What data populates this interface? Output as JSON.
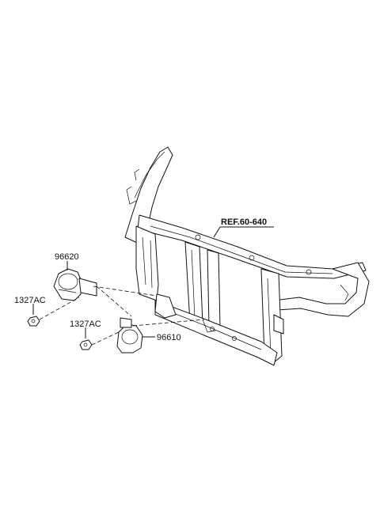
{
  "callouts": {
    "ref_label": "REF.60-640",
    "horn_upper_part_no": "96620",
    "horn_lower_part_no": "96610",
    "nut_left_part_no": "1327AC",
    "nut_right_part_no": "1327AC"
  }
}
